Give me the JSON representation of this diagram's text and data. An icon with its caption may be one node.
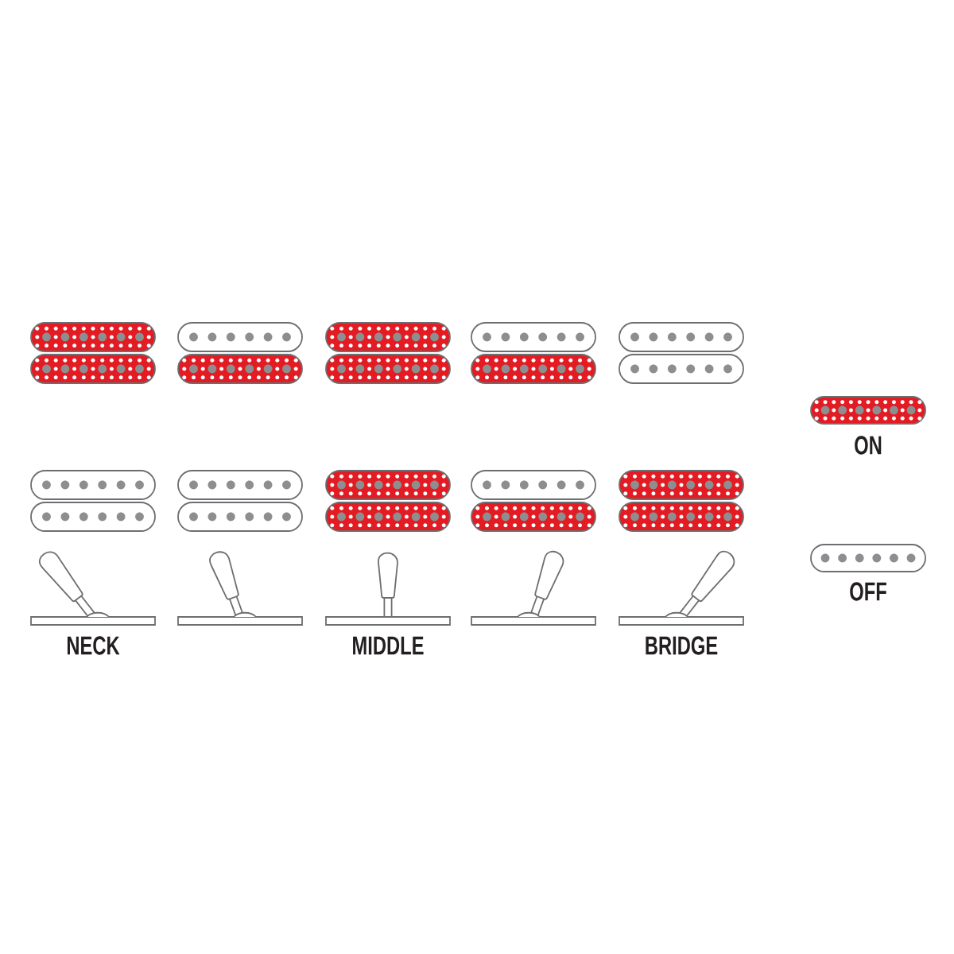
{
  "diagram": {
    "labels": [
      "NECK",
      "MIDDLE",
      "BRIDGE"
    ],
    "legend": [
      {
        "text": "ON",
        "color": "#e31b23"
      },
      {
        "text": "OFF"
      }
    ]
  }
}
